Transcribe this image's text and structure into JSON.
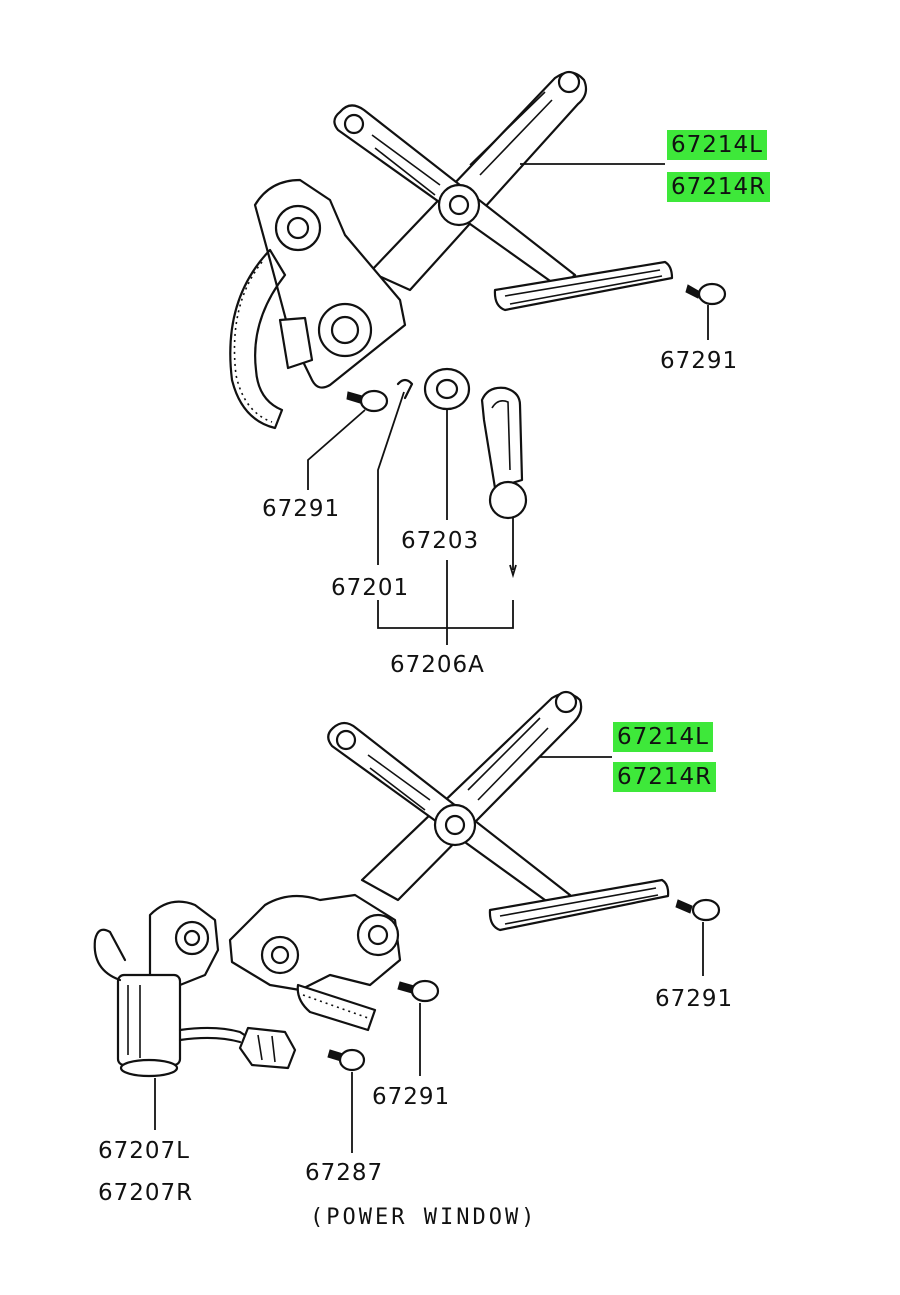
{
  "labels": {
    "top_arm_l": "67214L",
    "top_arm_r": "67214R",
    "top_bolt_right": "67291",
    "top_bolt_left": "67291",
    "knob_washer": "67203",
    "clip": "67201",
    "handle_assy": "67206A",
    "bottom_arm_l": "67214L",
    "bottom_arm_r": "67214R",
    "bottom_bolt_right": "67291",
    "bottom_bolt_mid": "67291",
    "motor_l": "67207L",
    "motor_r": "67207R",
    "screw": "67287",
    "power_window_note": "(POWER WINDOW)"
  },
  "highlight_color": "#3ee83a"
}
